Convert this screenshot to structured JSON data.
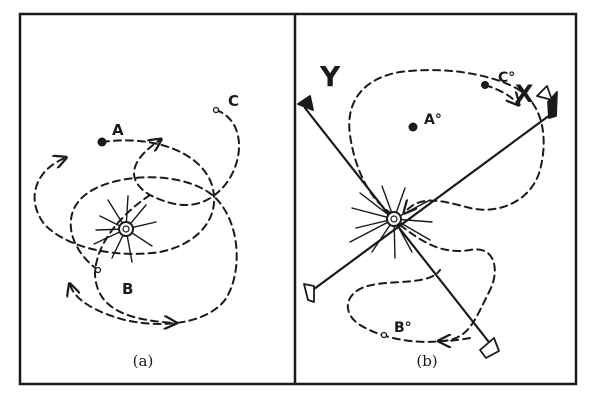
{
  "panels": [
    {
      "caption": "(a)",
      "points": {
        "a": "A",
        "b": "B",
        "c": "C"
      }
    },
    {
      "caption": "(b)",
      "points": {
        "a": "A°",
        "b": "B°",
        "c": "C°"
      },
      "axes": {
        "x": "X",
        "y": "Y"
      }
    }
  ],
  "colors": {
    "ink": "#1a1a1a",
    "background": "#ffffff"
  }
}
